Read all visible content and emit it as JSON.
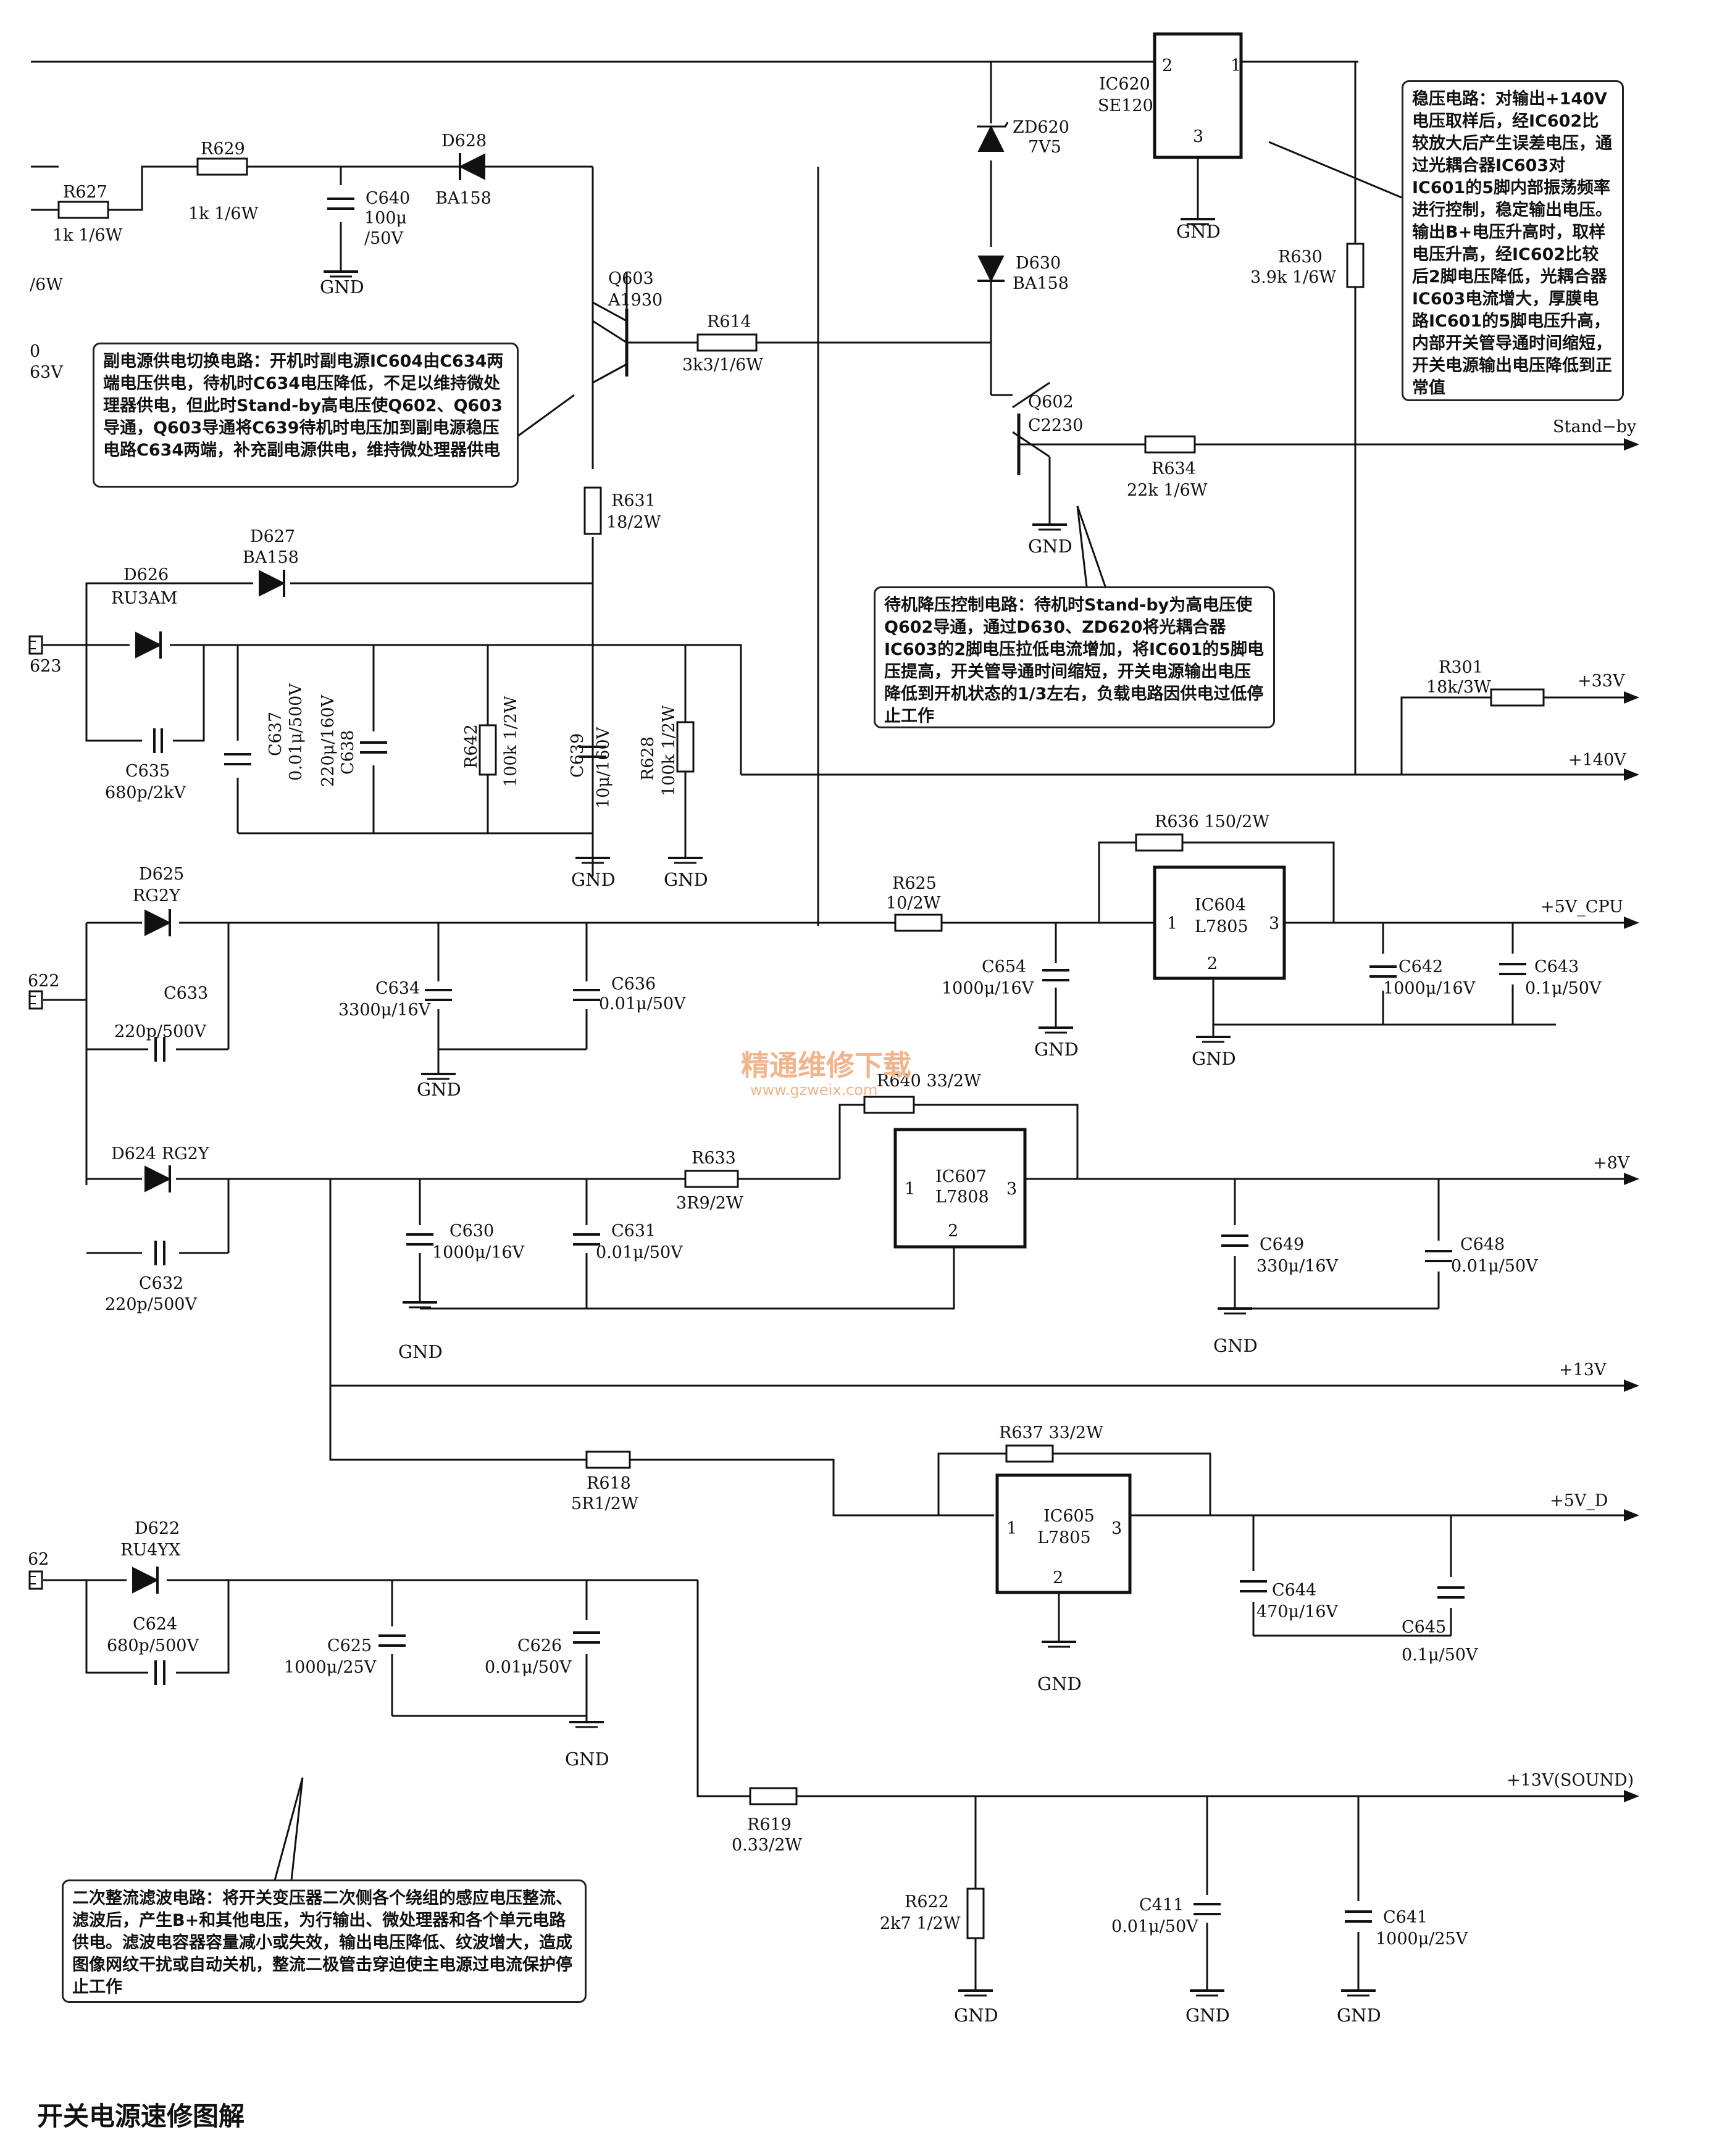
{
  "footer_title": "开关电源速修图解",
  "watermark": {
    "text": "精通维修下载",
    "url": "www.gzweix.com"
  },
  "notes": {
    "regulator": "稳压电路：对输出+140V电压取样后，经IC602比较放大后产生误差电压，通过光耦合器IC603对IC601的5脚内部振荡频率进行控制，稳定输出电压。输出B+电压升高时，取样电压升高，经IC602比较后2脚电压降低，光耦合器IC603电流增大，厚膜电路IC601的5脚电压升高，内部开关管导通时间缩短，开关电源输出电压降低到正常值",
    "sub_power": "副电源供电切换电路：开机时副电源IC604由C634两端电压供电，待机时C634电压降低，不足以维持微处理器供电，但此时Stand-by高电压使Q602、Q603导通，Q603导通将C639待机时电压加到副电源稳压电路C634两端，补充副电源供电，维持微处理器供电",
    "standby": "待机降压控制电路：待机时Stand-by为高电压使Q602导通，通过D630、ZD620将光耦合器IC603的2脚电压拉低电流增加，将IC601的5脚电压提高，开关管导通时间缩短，开关电源输出电压降低到开机状态的1/3左右，负载电路因供电过低停止工作",
    "rectifier": "二次整流滤波电路：将开关变压器二次侧各个绕组的感应电压整流、滤波后，产生B+和其他电压，为行输出、微处理器和各个单元电路供电。滤波电容器容量减小或失效，输出电压降低、纹波增大，造成图像网纹干扰或自动关机，整流二极管击穿迫使主电源过电流保护停止工作"
  },
  "outputs": {
    "standby": "Stand−by",
    "v33": "+33V",
    "v140": "+140V",
    "v5cpu": "+5V_CPU",
    "v8": "+8V",
    "v13": "+13V",
    "v5d": "+5V_D",
    "v13sound": "+13V(SOUND)"
  },
  "connectors": {
    "c623": "623",
    "c622": "622",
    "c62": "62"
  },
  "edge_fragments": {
    "f1": "/6W",
    "f2": "0",
    "f3": "63V"
  },
  "gnd": "GND",
  "components": {
    "ic620": {
      "ref": "IC620",
      "part": "SE120",
      "p1": "1",
      "p2": "2",
      "p3": "3"
    },
    "ic604": {
      "ref": "IC604",
      "part": "L7805",
      "p1": "1",
      "p2": "2",
      "p3": "3"
    },
    "ic607": {
      "ref": "IC607",
      "part": "L7808",
      "p1": "1",
      "p2": "2",
      "p3": "3"
    },
    "ic605": {
      "ref": "IC605",
      "part": "L7805",
      "p1": "1",
      "p2": "2",
      "p3": "3"
    },
    "q603": {
      "ref": "Q603",
      "part": "A1930"
    },
    "q602": {
      "ref": "Q602",
      "part": "C2230"
    },
    "zd620": {
      "ref": "ZD620",
      "value": "7V5"
    },
    "d630": {
      "ref": "D630",
      "value": "BA158"
    },
    "d628": {
      "ref": "D628",
      "value": "BA158"
    },
    "d627": {
      "ref": "D627",
      "value": "BA158"
    },
    "d626": {
      "ref": "D626",
      "value": "RU3AM"
    },
    "d625": {
      "ref": "D625",
      "value": "RG2Y"
    },
    "d624": {
      "ref": "D624 RG2Y"
    },
    "d622": {
      "ref": "D622",
      "value": "RU4YX"
    },
    "r627": {
      "ref": "R627",
      "value": "1k 1/6W"
    },
    "r629": {
      "ref": "R629",
      "value": "1k 1/6W"
    },
    "r614": {
      "ref": "R614",
      "value": "3k3/1/6W"
    },
    "r630": {
      "ref": "R630",
      "value": "3.9k 1/6W"
    },
    "r634": {
      "ref": "R634",
      "value": "22k 1/6W"
    },
    "r631": {
      "ref": "R631",
      "value": "18/2W"
    },
    "r642": {
      "ref": "R642",
      "value": "100k 1/2W"
    },
    "r628": {
      "ref": "R628",
      "value": "100k 1/2W"
    },
    "r301": {
      "ref": "R301",
      "value": "18k/3W"
    },
    "r636": {
      "ref": "R636  150/2W"
    },
    "r625": {
      "ref": "R625",
      "value": "10/2W"
    },
    "r640": {
      "ref": "R640  33/2W"
    },
    "r633": {
      "ref": "R633",
      "value": "3R9/2W"
    },
    "r637": {
      "ref": "R637  33/2W"
    },
    "r618": {
      "ref": "R618",
      "value": "5R1/2W"
    },
    "r619": {
      "ref": "R619",
      "value": "0.33/2W"
    },
    "r622": {
      "ref": "R622",
      "value": "2k7 1/2W"
    },
    "c640": {
      "ref": "C640",
      "value1": "100μ",
      "value2": "/50V"
    },
    "c635": {
      "ref": "C635",
      "value": "680p/2kV"
    },
    "c637": {
      "ref": "C637",
      "value": "0.01μ/500V"
    },
    "c638": {
      "ref": "C638",
      "value": "220μ/160V"
    },
    "c639": {
      "ref": "C639",
      "value": "10μ/160V"
    },
    "c633": {
      "ref": "C633",
      "value": "220p/500V"
    },
    "c634": {
      "ref": "C634",
      "value": "3300μ/16V"
    },
    "c636": {
      "ref": "C636",
      "value": "0.01μ/50V"
    },
    "c654": {
      "ref": "C654",
      "value": "1000μ/16V"
    },
    "c642": {
      "ref": "C642",
      "value": "1000μ/16V"
    },
    "c643": {
      "ref": "C643",
      "value": "0.1μ/50V"
    },
    "c632": {
      "ref": "C632",
      "value": "220p/500V"
    },
    "c630": {
      "ref": "C630",
      "value": "1000μ/16V"
    },
    "c631": {
      "ref": "C631",
      "value": "0.01μ/50V"
    },
    "c649": {
      "ref": "C649",
      "value": "330μ/16V"
    },
    "c648": {
      "ref": "C648",
      "value": "0.01μ/50V"
    },
    "c644": {
      "ref": "C644",
      "value": "470μ/16V"
    },
    "c645": {
      "ref": "C645",
      "value": "0.1μ/50V"
    },
    "c624": {
      "ref": "C624",
      "value": "680p/500V"
    },
    "c625": {
      "ref": "C625",
      "value": "1000μ/25V"
    },
    "c626": {
      "ref": "C626",
      "value": "0.01μ/50V"
    },
    "c411": {
      "ref": "C411",
      "value": "0.01μ/50V"
    },
    "c641": {
      "ref": "C641",
      "value": "1000μ/25V"
    }
  }
}
